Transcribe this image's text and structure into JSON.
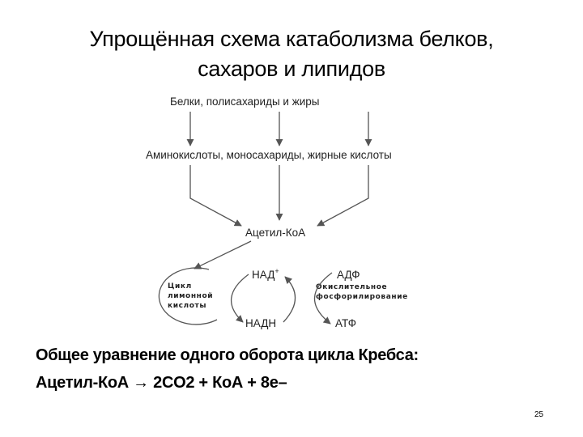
{
  "slide": {
    "title_lines": [
      "Упрощённая схема катаболизма белков,",
      "сахаров и липидов"
    ],
    "summary_lines": [
      "Общее уравнение одного оборота цикла Кребса:",
      "Ацетил-КоА → 2CO2 + КоА + 8е–"
    ],
    "page_number": "25"
  },
  "diagram": {
    "top_label": "Белки, полисахариды и жиры",
    "middle_label": "Аминокислоты, моносахариды, жирные кислоты",
    "acetyl_label": "Ацетил-КоА",
    "cycle_label_lines": [
      "Цикл",
      "лимонной",
      "кислоты"
    ],
    "oxphos_label_lines": [
      "Окислительное",
      "фосфорилирование"
    ],
    "nad_label": "НАД",
    "nad_superscript": "+",
    "nadh_label": "НАДН",
    "adp_label": "АДФ",
    "atp_label": "АТФ",
    "line_color": "#555555"
  }
}
